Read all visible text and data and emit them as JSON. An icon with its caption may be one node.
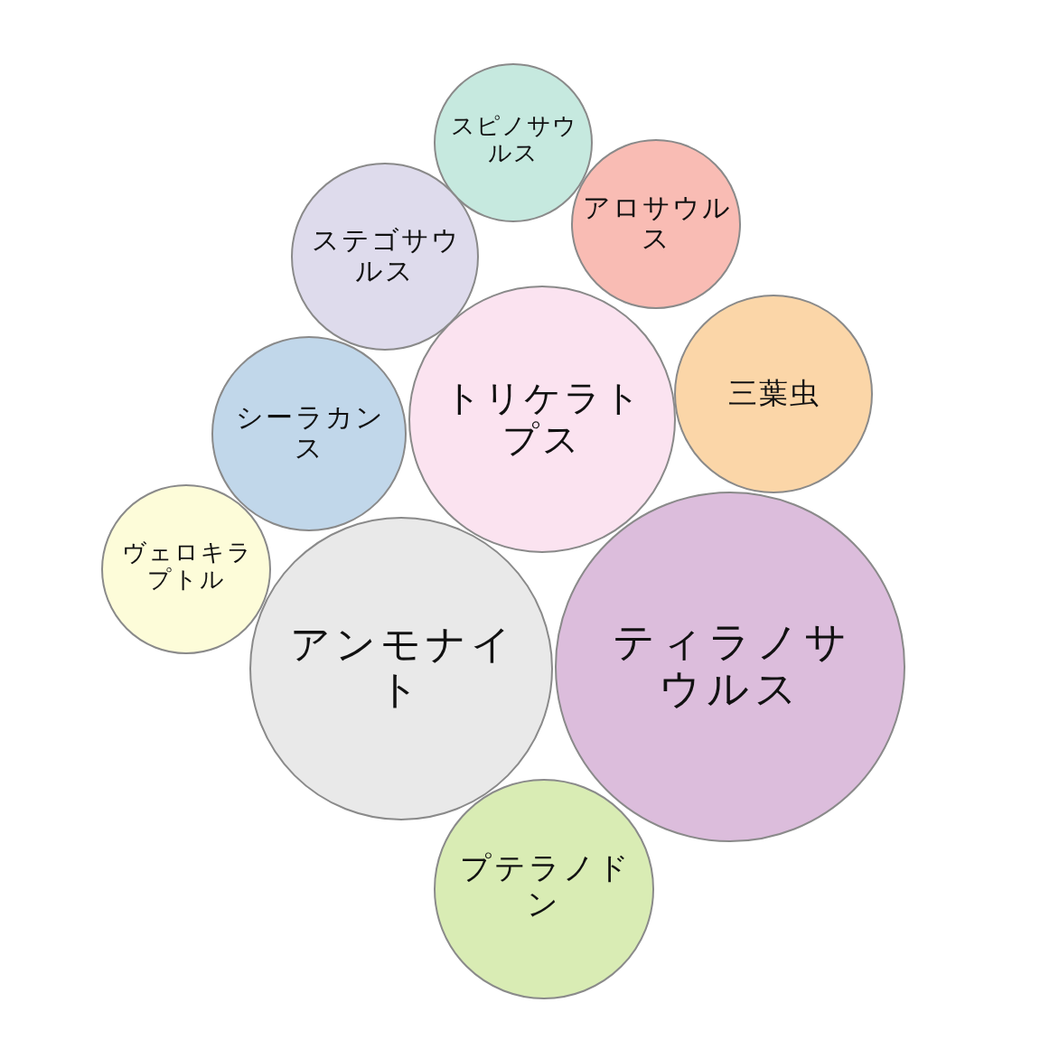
{
  "diagram": {
    "nodes": [
      {
        "text": [
          "スピノサウルス"
        ]
      },
      {
        "text": [
          "ステゴサウルス"
        ]
      },
      {
        "text": [
          "アロサウルス"
        ]
      },
      {
        "text": [
          "シーラカンス"
        ]
      },
      {
        "text": [
          "トリケラトプス"
        ]
      },
      {
        "text": [
          "三葉虫"
        ]
      },
      {
        "text": [
          "ヴェロキラプトル"
        ]
      },
      {
        "text": [
          "アンモナイト"
        ]
      },
      {
        "text": [
          "ティラノサウルス"
        ]
      },
      {
        "text": [
          "プテラノドン"
        ]
      }
    ]
  }
}
